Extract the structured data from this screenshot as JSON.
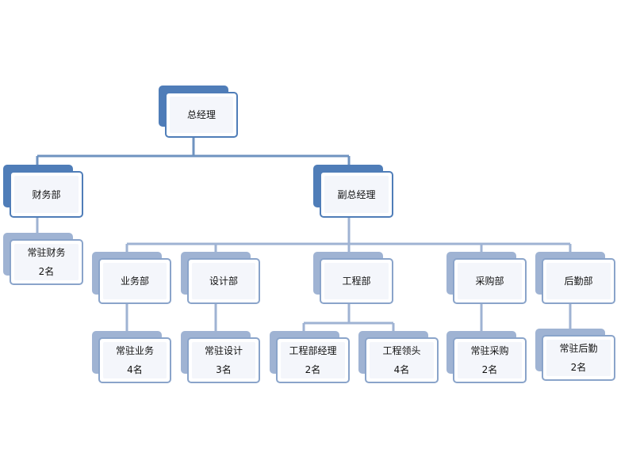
{
  "colors": {
    "dark": "#4f7db8",
    "light": "#9fb3d3",
    "line_top": "#6f93c0",
    "line_bottom": "#9fb3d3"
  },
  "nodes": {
    "gm": {
      "title": "总经理"
    },
    "finance": {
      "title": "财务部"
    },
    "finance_staff": {
      "title": "常驻财务",
      "count": "2名"
    },
    "deputy": {
      "title": "副总经理"
    },
    "sales": {
      "title": "业务部"
    },
    "sales_staff": {
      "title": "常驻业务",
      "count": "4名"
    },
    "design": {
      "title": "设计部"
    },
    "design_staff": {
      "title": "常驻设计",
      "count": "3名"
    },
    "engineering": {
      "title": "工程部"
    },
    "eng_manager": {
      "title": "工程部经理",
      "count": "2名"
    },
    "eng_lead": {
      "title": "工程领头",
      "count": "4名"
    },
    "purchase": {
      "title": "采购部"
    },
    "purchase_staff": {
      "title": "常驻采购",
      "count": "2名"
    },
    "logistics": {
      "title": "后勤部"
    },
    "logistics_staff": {
      "title": "常驻后勤",
      "count": "2名"
    }
  }
}
